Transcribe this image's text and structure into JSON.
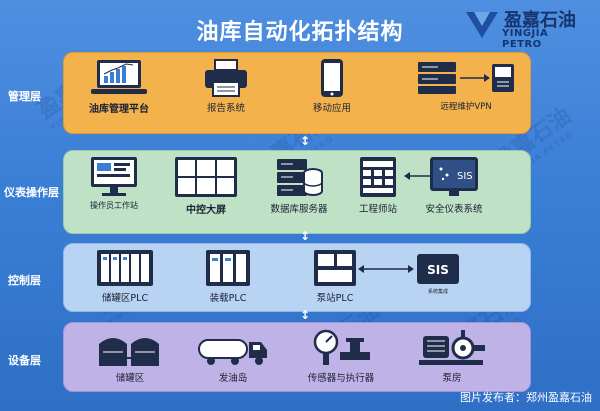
{
  "title": "油库自动化拓扑结构",
  "brand": {
    "name_cn": "盈嘉石油",
    "name_en": "YINGJIA PETRO"
  },
  "layers": {
    "management": {
      "label": "管理层",
      "nodes": {
        "platform": "油库管理平台",
        "report": "报告系统",
        "mobile": "移动应用",
        "vpn": "远程维护VPN"
      }
    },
    "instrument": {
      "label": "仪表操作层",
      "nodes": {
        "operator": "操作员工作站",
        "bigscreen": "中控大屏",
        "database": "数据库服务器",
        "engineer": "工程师站",
        "sis": "安全仪表系统",
        "sis_screen": "SIS"
      }
    },
    "control": {
      "label": "控制层",
      "nodes": {
        "tank_plc": "储罐区PLC",
        "loading_plc": "装载PLC",
        "pump_plc": "泵站PLC",
        "sis_box": "SIS",
        "sis_caption": "系统集成"
      }
    },
    "device": {
      "label": "设备层",
      "nodes": {
        "tank_area": "储罐区",
        "loading_island": "发油岛",
        "sensors": "传感器与执行器",
        "pump_house": "泵房"
      }
    }
  },
  "connector": "↕",
  "watermark_cn": "盈嘉石油",
  "watermark_en": "YINGJIA PETRO",
  "credit": "图片发布者：郑州盈嘉石油",
  "colors": {
    "management": "#f3b24c",
    "instrument": "#bfe1c6",
    "control": "#b9d3f3",
    "device": "#bfb2e6",
    "dark": "#1f2d4a"
  }
}
